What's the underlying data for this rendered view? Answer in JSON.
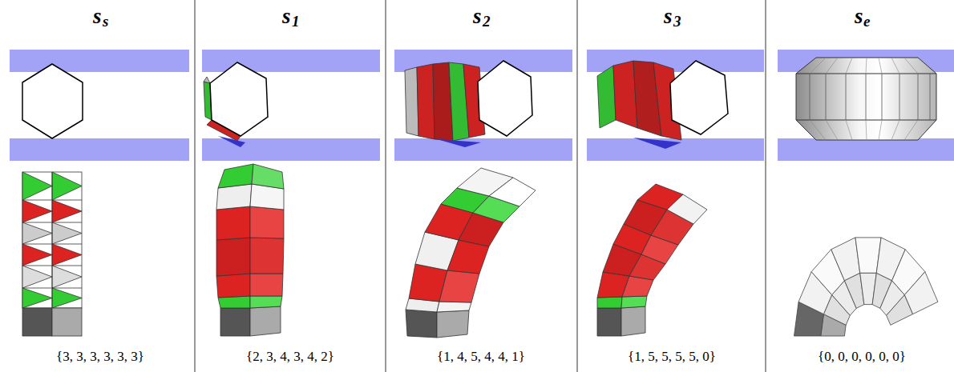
{
  "diagram": {
    "labels": [
      "s",
      "s",
      "{3, 3, 3, 3, 3, 3}",
      "s",
      "1",
      "{2, 3, 4, 3, 4, 2}",
      "s",
      "2",
      "{1, 4, 5, 4, 4, 1}",
      "s",
      "3",
      "{1, 5, 5, 5, 5, 0}",
      "s",
      "e",
      "{0, 0, 0, 0, 0, 0}"
    ]
  }
}
